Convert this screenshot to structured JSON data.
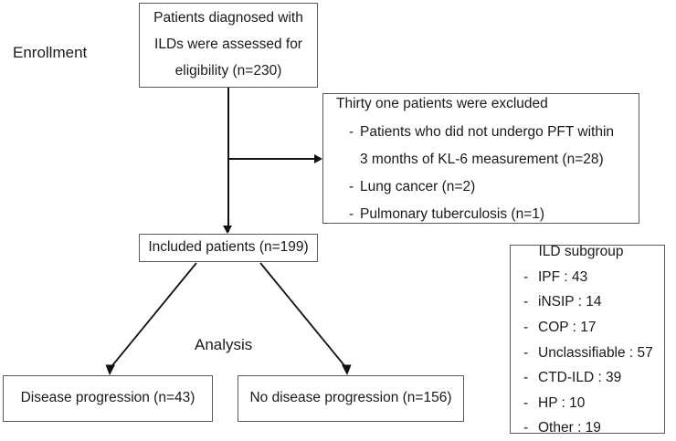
{
  "diagram": {
    "title": "ILD patient enrollment and analysis flow diagram",
    "stages": {
      "enrollment": "Enrollment",
      "analysis": "Analysis"
    },
    "boxes": {
      "enrolled": {
        "lines": [
          "Patients diagnosed with",
          "ILDs were assessed for",
          "eligibility (n=230)"
        ]
      },
      "excluded": {
        "heading": "Thirty one patients were excluded",
        "items": [
          "Patients who did not undergo PFT within\n3 months of KL-6 measurement (n=28)",
          "Lung cancer (n=2)",
          "Pulmonary tuberculosis (n=1)"
        ],
        "bullet": "-"
      },
      "included": {
        "lines": [
          "Included patients (n=199)"
        ]
      },
      "progression": {
        "lines": [
          "Disease progression (n=43)"
        ]
      },
      "no_progression": {
        "lines": [
          "No disease progression (n=156)"
        ]
      },
      "ild_subgroup": {
        "title": "ILD subgroup",
        "bullet": "-",
        "items": [
          "IPF : 43",
          "iNSIP : 14",
          "COP : 17",
          "Unclassifiable : 57",
          "CTD-ILD : 39",
          "HP : 10",
          "Other : 19"
        ]
      }
    },
    "colors": {
      "box_border": "#555a5e",
      "line": "#111111",
      "text": "#1a1a1a",
      "background": "#ffffff"
    }
  }
}
